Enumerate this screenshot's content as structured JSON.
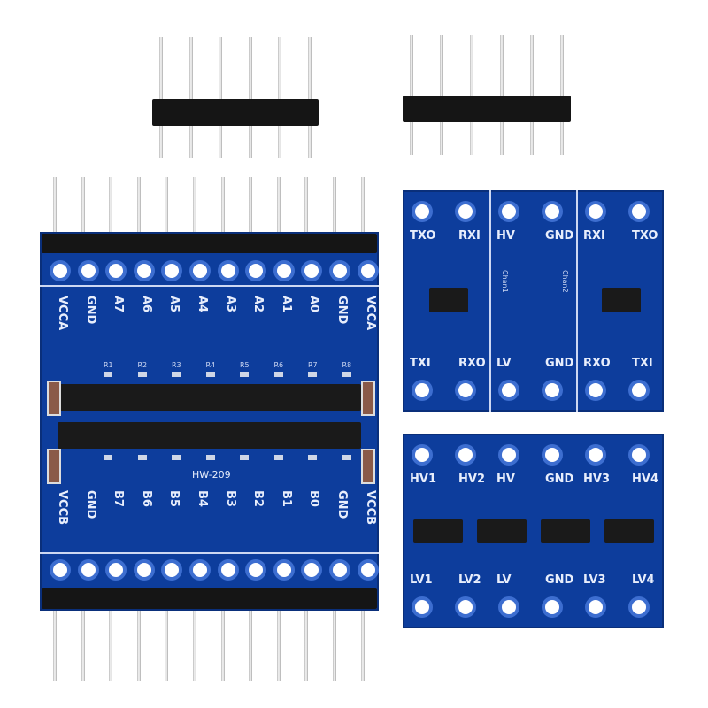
{
  "colors": {
    "pcb": "#0d3d9c",
    "silkscreen": "#e8eefc",
    "header": "#151515",
    "pin": "#e0e0e0"
  },
  "board_8ch": {
    "model": "HW-209",
    "top_labels": [
      "VCCA",
      "GND",
      "A7",
      "A6",
      "A5",
      "A4",
      "A3",
      "A2",
      "A1",
      "A0",
      "GND",
      "VCCA"
    ],
    "bottom_labels": [
      "VCCB",
      "GND",
      "B7",
      "B6",
      "B5",
      "B4",
      "B3",
      "B2",
      "B1",
      "B0",
      "GND",
      "VCCB"
    ],
    "resistor_labels": [
      "R1",
      "R2",
      "R3",
      "R4",
      "R5",
      "R6",
      "R7",
      "R8"
    ]
  },
  "board_2ch": {
    "top_labels": [
      "TXO",
      "RXI",
      "HV",
      "GND",
      "RXI",
      "TXO"
    ],
    "bottom_labels": [
      "TXI",
      "RXO",
      "LV",
      "GND",
      "RXO",
      "TXI"
    ],
    "channel_labels": [
      "Chan1",
      "Chan2"
    ]
  },
  "board_4ch": {
    "top_labels": [
      "HV1",
      "HV2",
      "HV",
      "GND",
      "HV3",
      "HV4"
    ],
    "bottom_labels": [
      "LV1",
      "LV2",
      "LV",
      "GND",
      "LV3",
      "LV4"
    ]
  }
}
